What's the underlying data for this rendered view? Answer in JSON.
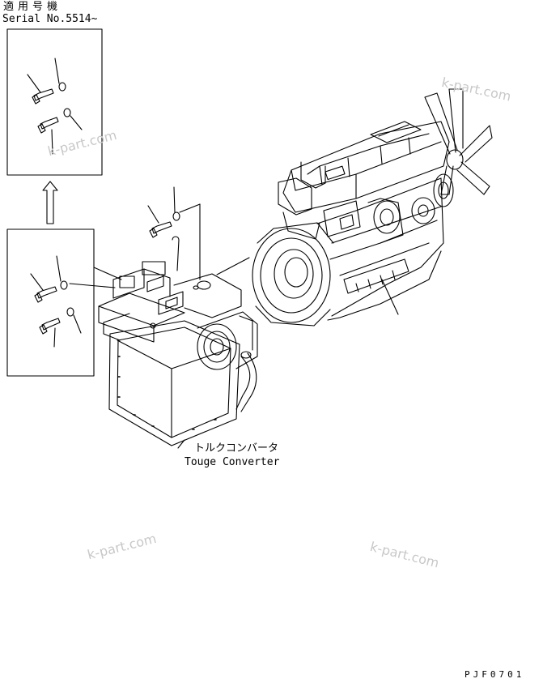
{
  "applicability": {
    "title_jp": "適用号機",
    "serial": "Serial No.5514~"
  },
  "component": {
    "name_jp": "トルクコンバータ",
    "name_en": "Touge Converter"
  },
  "watermark": "k-part.com",
  "drawing_code": "PJF0701"
}
